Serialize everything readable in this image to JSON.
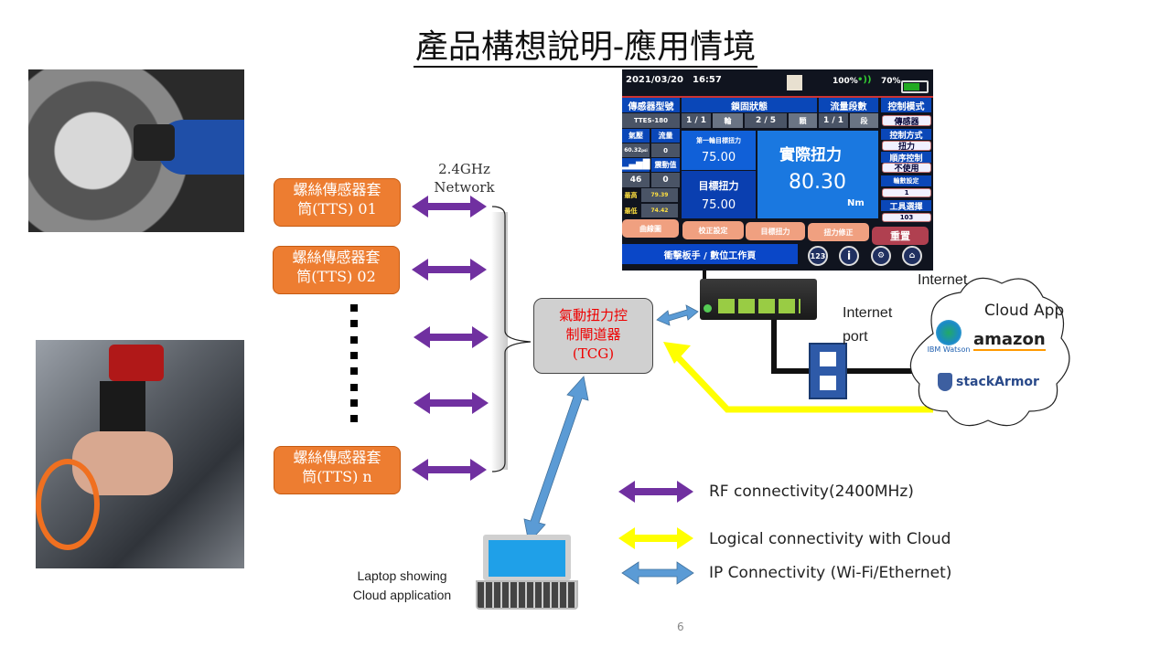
{
  "title": "產品構想說明-應用情境",
  "sensors": [
    {
      "label_line1": "螺絲傳感器套",
      "label_line2": "筒(TTS) 01"
    },
    {
      "label_line1": "螺絲傳感器套",
      "label_line2": "筒(TTS) 02"
    },
    {
      "label_line1": "螺絲傳感器套",
      "label_line2": "筒(TTS) n"
    }
  ],
  "network_label": {
    "line1": "2.4GHz",
    "line2": "Network"
  },
  "tcg": {
    "line1": "氣動扭力控",
    "line2": "制閘道器",
    "line3": "(TCG)"
  },
  "internet_label": "Internet",
  "internet_port": {
    "line1": "Internet",
    "line2": "port"
  },
  "cloud": {
    "label": "Cloud App",
    "providers": [
      "IBM Watson",
      "amazon",
      "stackArmor"
    ]
  },
  "laptop_label": {
    "line1": "Laptop showing",
    "line2": "Cloud application"
  },
  "legend": [
    {
      "label": "RF connectivity(2400MHz)",
      "color": "#7030a0"
    },
    {
      "label": "Logical connectivity with Cloud",
      "color": "#ffff00"
    },
    {
      "label": "IP Connectivity (Wi-Fi/Ethernet)",
      "color": "#5b9bd5"
    }
  ],
  "page_number": "6",
  "screen": {
    "date": "2021/03/20",
    "time": "16:57",
    "wifi": "100%",
    "battery": "70%",
    "battery_level": 0.7,
    "h_model": "傳感器型號",
    "h_status": "鎖固狀態",
    "h_flow": "流量段數",
    "h_mode": "控制模式",
    "model": "TTES-180",
    "round": "1 / 1",
    "round_unit": "輪",
    "count": "2 / 5",
    "count_unit": "顆",
    "flow": "1 / 1",
    "flow_unit": "段",
    "mode": "傳感器",
    "pressure_label": "氣壓",
    "flow_label": "流量",
    "pressure": "60.32",
    "pressure_unit": "psi",
    "flow_value": "0",
    "vibration_label": "震動值",
    "signal": "46",
    "vibration": "0",
    "max_label": "最高",
    "max": "79.39",
    "min_label": "最低",
    "min": "74.42",
    "first_target_label": "第一輪目標扭力",
    "first_target": "75.00",
    "target_label": "目標扭力",
    "target": "75.00",
    "actual_label": "實際扭力",
    "actual": "80.30",
    "unit": "Nm",
    "ctrl_method_label": "控制方式",
    "ctrl_method": "扭力",
    "seq_label": "順序控制",
    "seq": "不使用",
    "rounds_label": "輪數設定",
    "rounds": "1",
    "tool_label": "工具選擇",
    "tool": "103",
    "buttons": [
      "曲線圖",
      "校正設定",
      "目標扭力",
      "扭力修正",
      "重置"
    ],
    "page": "衝擊板手 / 數位工作頁",
    "icon_123": "123",
    "icon_info": "i"
  }
}
